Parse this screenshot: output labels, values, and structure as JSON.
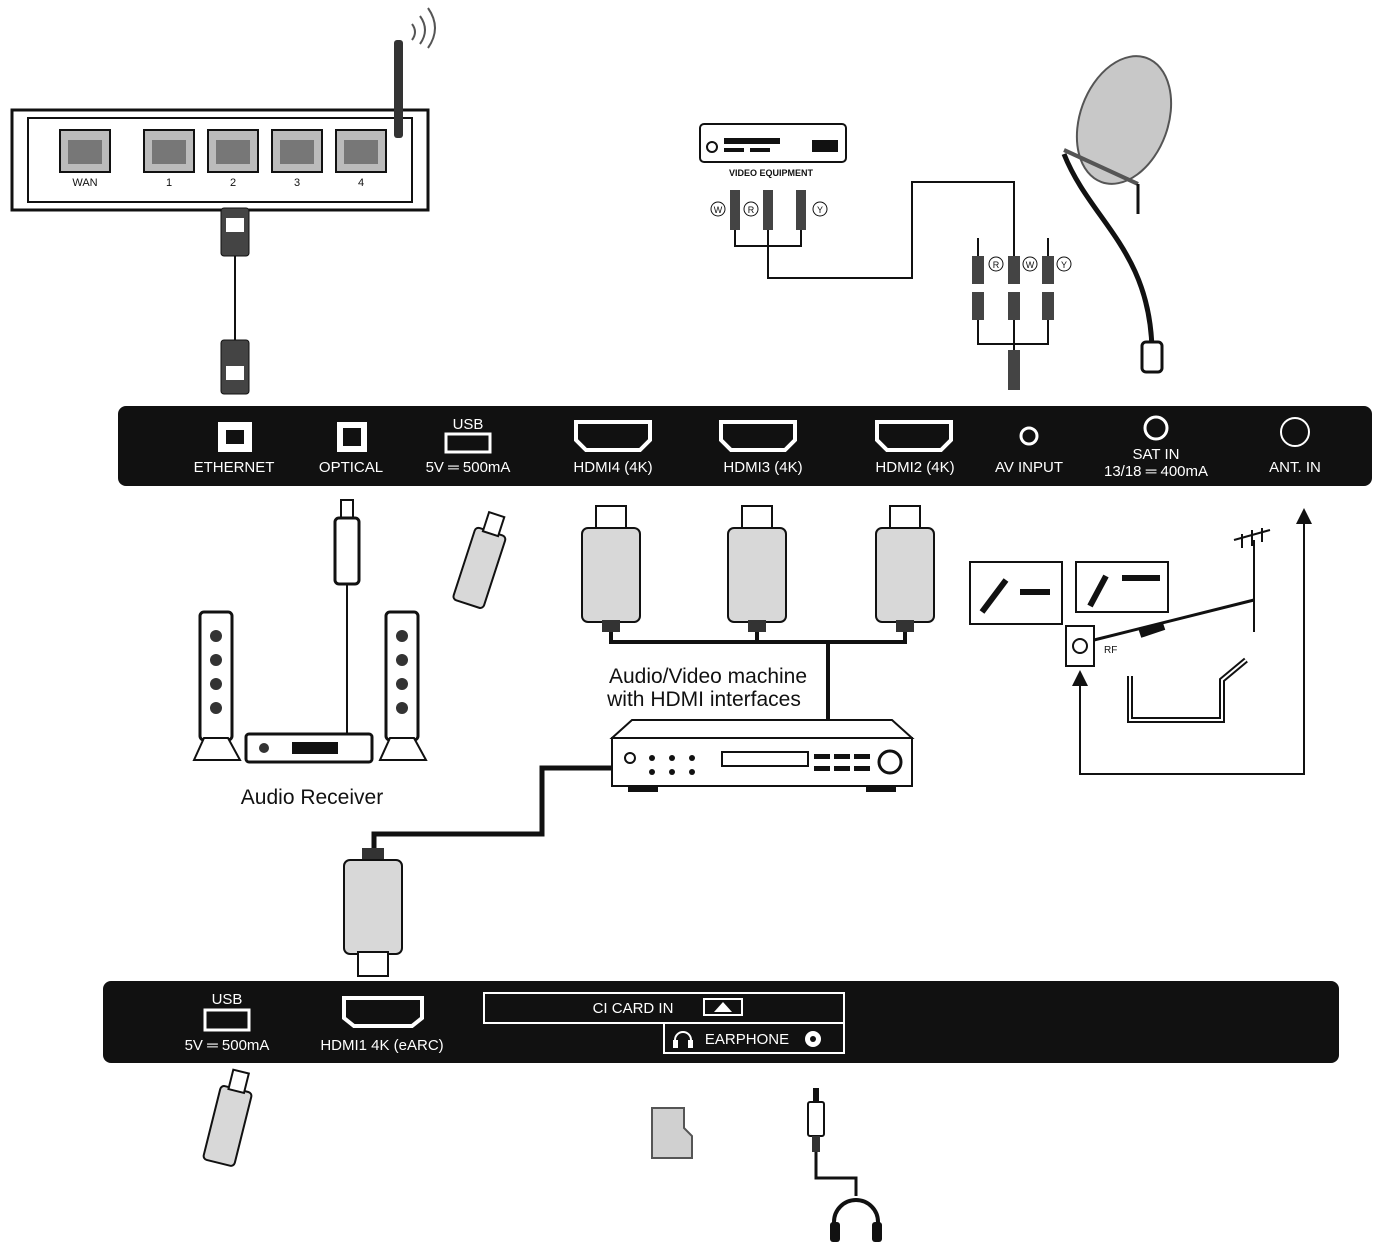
{
  "colors": {
    "panel": "#111111",
    "line": "#111111",
    "device_fill": "#d8d8d8",
    "background": "#ffffff"
  },
  "router": {
    "ports": [
      "WAN",
      "1",
      "2",
      "3",
      "4"
    ]
  },
  "video_equipment": {
    "label": "VIDEO EQUIPMENT",
    "jacks": [
      "W",
      "R",
      "Y"
    ]
  },
  "av_cable": {
    "jacks": [
      "R",
      "W",
      "Y"
    ]
  },
  "rear_panel": {
    "ethernet": "ETHERNET",
    "optical": "OPTICAL",
    "usb_title": "USB",
    "usb_rating": "5V ═ 500mA",
    "hdmi4": "HDMI4 (4K)",
    "hdmi3": "HDMI3 (4K)",
    "hdmi2": "HDMI2 (4K)",
    "av_input": "AV INPUT",
    "sat_in": "SAT IN",
    "sat_rating": "13/18 ═ 400mA",
    "ant_in": "ANT. IN"
  },
  "labels": {
    "av_machine_line1": "Audio/Video machine",
    "av_machine_line2": "with HDMI interfaces",
    "audio_receiver": "Audio Receiver",
    "rf": "RF"
  },
  "side_panel": {
    "usb_title": "USB",
    "usb_rating": "5V ═ 500mA",
    "hdmi1": "HDMI1 4K (eARC)",
    "ci_card": "CI CARD IN",
    "earphone": "EARPHONE"
  }
}
